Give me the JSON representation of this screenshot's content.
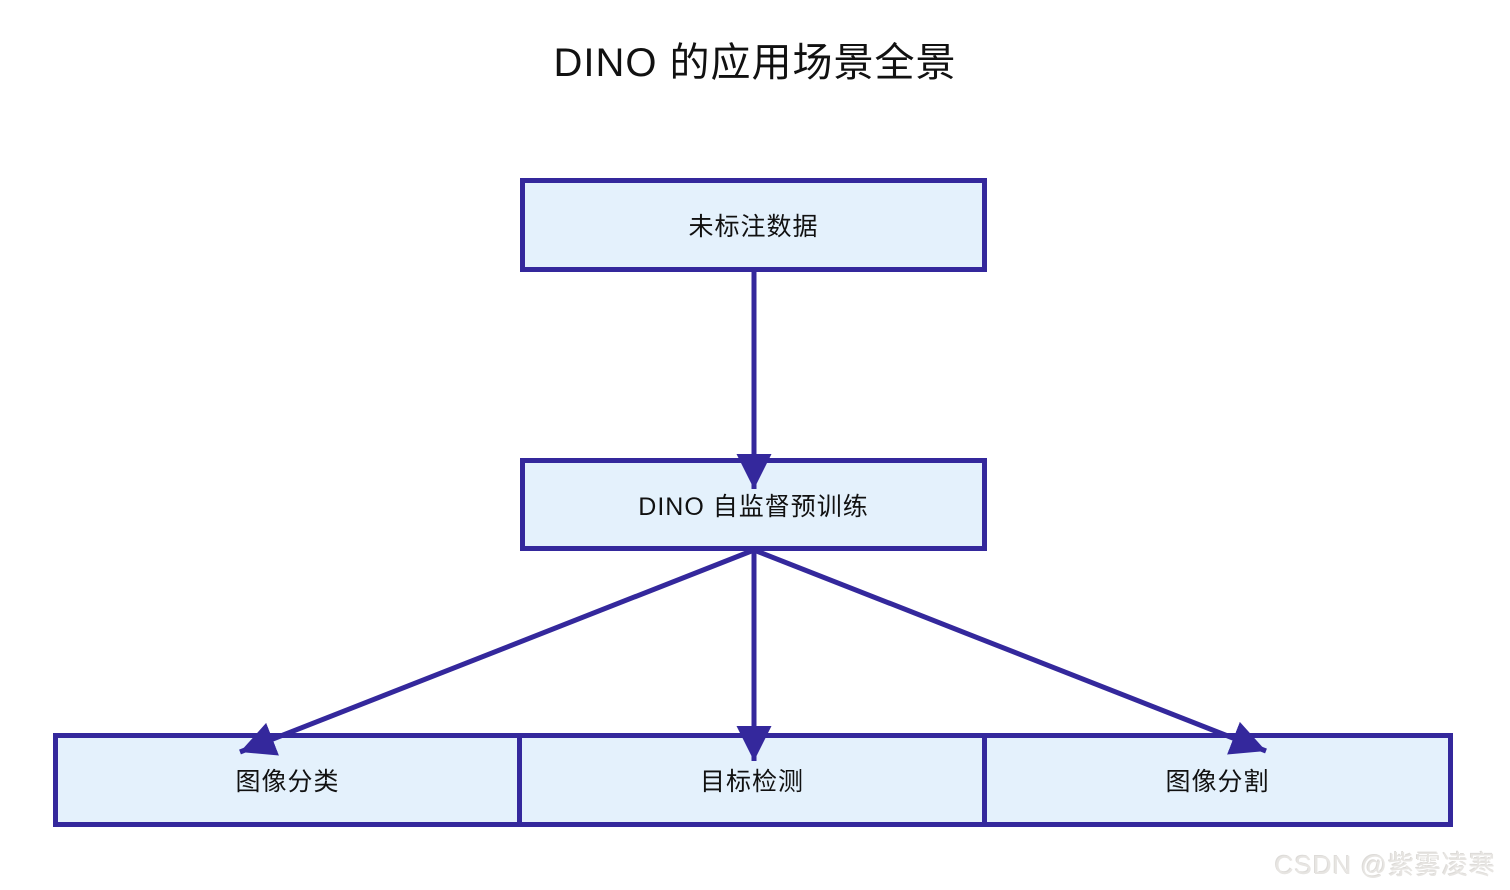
{
  "diagram": {
    "title": "DINO 的应用场景全景",
    "nodes": [
      {
        "id": "unlabeled-data",
        "label": "未标注数据"
      },
      {
        "id": "dino-pretrain",
        "label": "DINO 自监督预训练"
      },
      {
        "id": "image-classification",
        "label": "图像分类"
      },
      {
        "id": "object-detection",
        "label": "目标检测"
      },
      {
        "id": "image-segmentation",
        "label": "图像分割"
      }
    ],
    "edges": [
      {
        "from": "unlabeled-data",
        "to": "dino-pretrain"
      },
      {
        "from": "dino-pretrain",
        "to": "image-classification"
      },
      {
        "from": "dino-pretrain",
        "to": "object-detection"
      },
      {
        "from": "dino-pretrain",
        "to": "image-segmentation"
      }
    ]
  },
  "watermark": {
    "text": "CSDN @紫雾凌寒"
  },
  "colors": {
    "box_fill": "#e4f1fc",
    "box_border": "#34289c",
    "arrow": "#34289c",
    "text": "#111111",
    "watermark": "#e7e5e2",
    "page_bg": "#ffffff"
  }
}
